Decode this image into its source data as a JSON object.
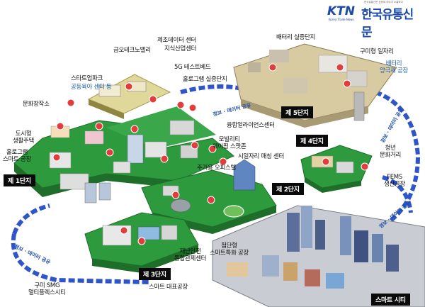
{
  "logo": {
    "mark": "KTN",
    "mark_sub": "Korea Trade News",
    "name": "한국유통신문",
    "tagline": "한국유통신문 공동체 이야기 소통하다"
  },
  "districts": {
    "d1": "제 1단지",
    "d2": "제 2단지",
    "d3": "제 3단지",
    "d4": "제 4단지",
    "d5": "제 5단지",
    "smart_city": "스마트 시티"
  },
  "labels": {
    "manufacturing_data_center": "제조데이터 센터",
    "knowledge_industry_center": "지식산업센터",
    "geumo_techno_valley": "금오테크노밸리",
    "startup_park": "스타트업파크",
    "startup_park_sub": "공동육아 센터 등",
    "test_bed_5g": "5G 테스트베드",
    "hologram_complex": "홀로그램 실증단지",
    "culture_creation": "문화창작소",
    "urban_housing": "도시형\n생활주택",
    "hologram_factory": "홀로그램\n스마트 공장",
    "convergence_alliance": "융합얼라이언스센터",
    "mobility": "모빌리티\n웨이핑 스팟존",
    "job_matching": "시일자리 매칭 센터",
    "residential_office": "주거용 오피스텔",
    "battery_complex": "배터리 실증단지",
    "gumi_job": "구미형 일자리",
    "battery_factory": "배터리\n양극재 공장",
    "youth_culture": "청년\n문화거리",
    "fems": "FEMS\n생산공장",
    "disaster_safety": "재난안전\n통합관제센터",
    "advanced_smart": "첨단형\n스마트특화 공장",
    "gumi_smg": "구미 SMG\n멀티플렉스시티",
    "smart_factory": "스마트 대표공장"
  },
  "roads": {
    "r1": "정보 · 데이터 공유",
    "r2": "정보 · 데이터 공유",
    "r3": "정보 · 데이터 공유",
    "r4": "정보 · 데이터 공유"
  }
}
